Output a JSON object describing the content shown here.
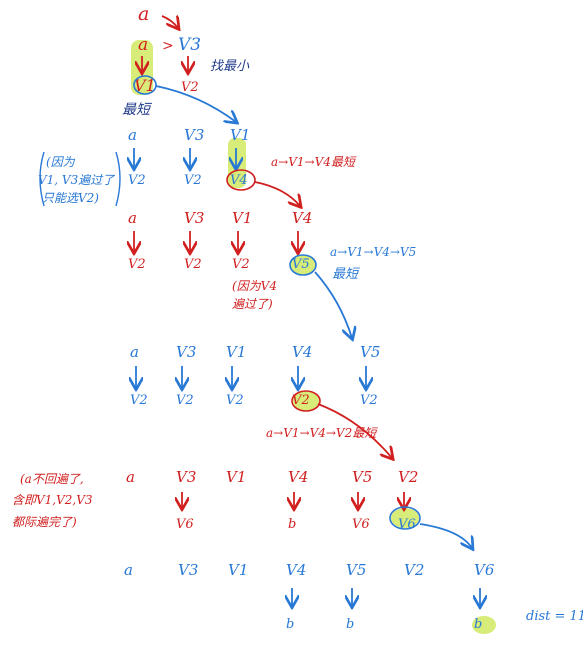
{
  "colors": {
    "red": "#d11f1f",
    "blue": "#2878d6",
    "highlight": "#d8ec7a",
    "ink": "#1f3a8a"
  },
  "step0": {
    "source": "a",
    "left": "a",
    "mid": "V3",
    "left_down": "V1",
    "mid_down": "V2",
    "note": "找最小",
    "shortest": "最短"
  },
  "step1": {
    "cols": [
      "a",
      "V3",
      "V1"
    ],
    "downs": [
      "V2",
      "V2",
      "V4"
    ],
    "note_left": [
      "(因为",
      "V1, V3遍过了",
      "只能选V2)"
    ],
    "path": "a→V1→V4最短"
  },
  "step2": {
    "cols": [
      "a",
      "V3",
      "V1",
      "V4"
    ],
    "downs": [
      "V2",
      "V2",
      "V2",
      "V5"
    ],
    "note": [
      "(因为V4",
      "遍过了)"
    ],
    "path": "a→V1→V4→V5",
    "shortest": "最短"
  },
  "step3": {
    "cols": [
      "a",
      "V3",
      "V1",
      "V4",
      "V5"
    ],
    "downs": [
      "V2",
      "V2",
      "V2",
      "V2",
      "V2"
    ],
    "path": "a→V1→V4→V2最短"
  },
  "step4": {
    "cols": [
      "a",
      "V3",
      "V1",
      "V4",
      "V5",
      "V2"
    ],
    "downs": [
      "V6",
      "b",
      "V6",
      "V6"
    ],
    "note_left": [
      "(a不回遍了,",
      "含即V1,V2,V3",
      "都际遍完了)"
    ]
  },
  "step5": {
    "cols": [
      "a",
      "V3",
      "V1",
      "V4",
      "V5",
      "V2",
      "V6"
    ],
    "downs": [
      "b",
      "b",
      "b"
    ],
    "dist": "dist = 11"
  }
}
